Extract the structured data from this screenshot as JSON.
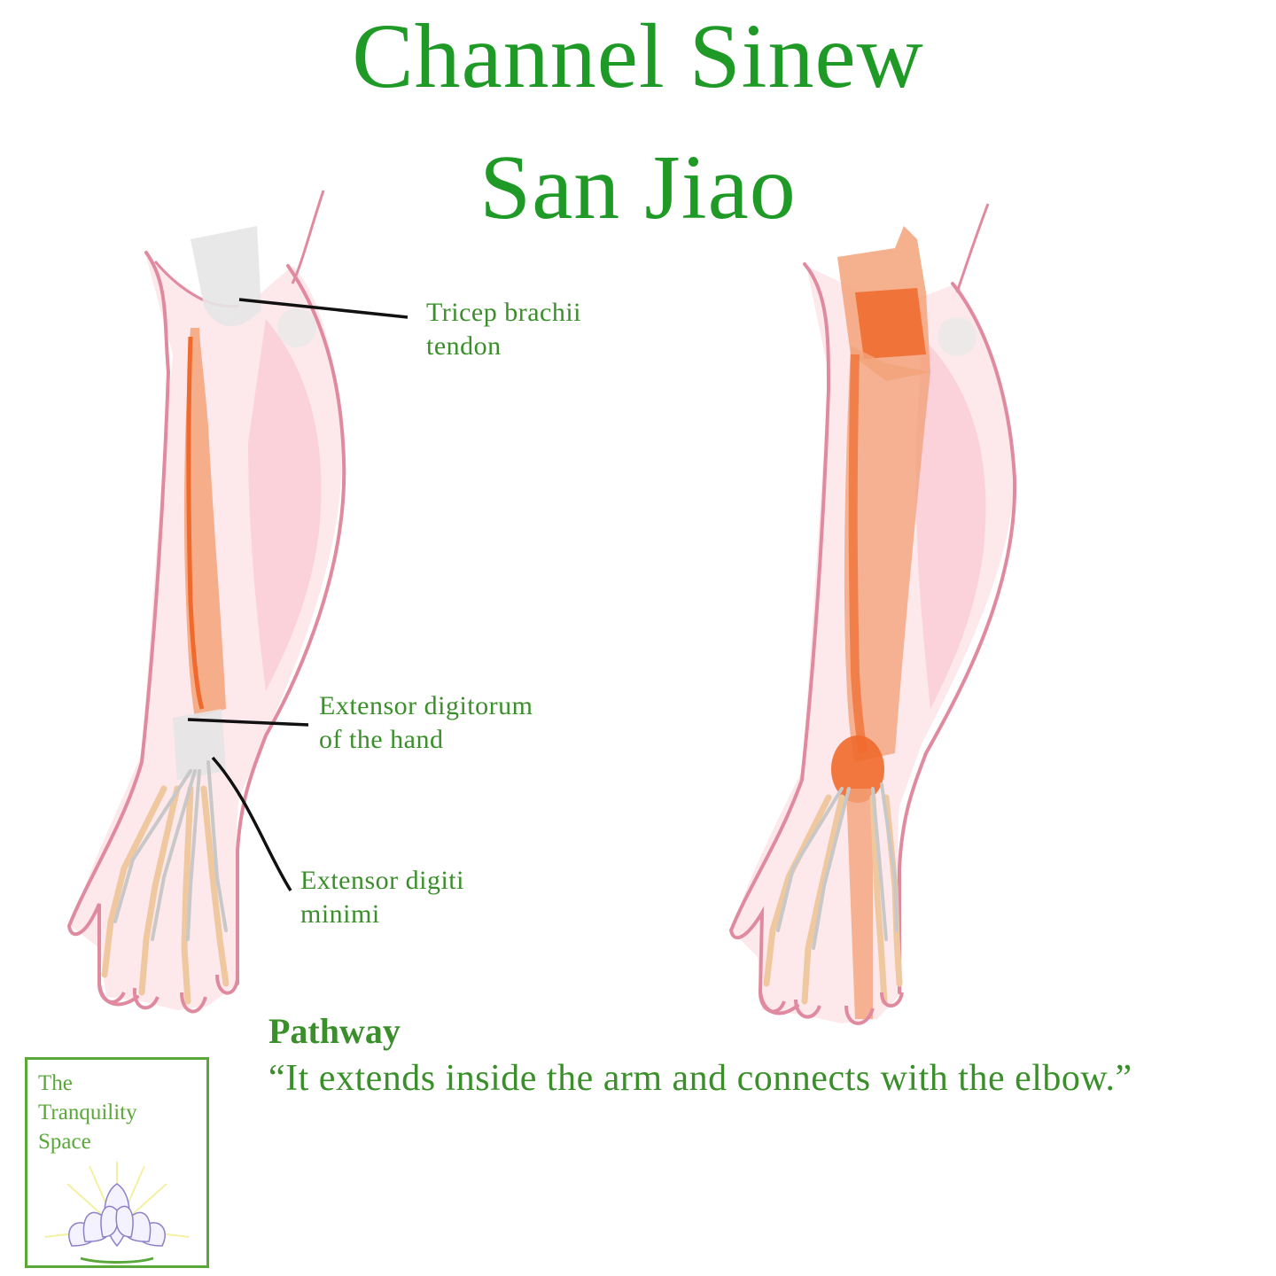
{
  "title": {
    "line1": "Channel Sinew",
    "line2": "San Jiao"
  },
  "labels": {
    "tricep": [
      "Tricep brachii",
      "tendon"
    ],
    "extensor_digitorum": [
      "Extensor digitorum",
      "of the hand"
    ],
    "extensor_digiti_minimi": [
      "Extensor digiti",
      "minimi"
    ]
  },
  "pathway": {
    "heading": "Pathway",
    "quote": "“It extends inside the arm and connects with the elbow.”"
  },
  "logo": {
    "lines": [
      "The",
      "Tranquility",
      "Space"
    ],
    "icon": "lotus-icon"
  },
  "colors": {
    "title_green": "#1f9a26",
    "label_green": "#3a8f2a",
    "sinew_orange": "#ef6a2c",
    "skin_outline": "#e08aa0",
    "bone": "#f0c8a0",
    "tendon_gray": "#c8c8c8"
  }
}
